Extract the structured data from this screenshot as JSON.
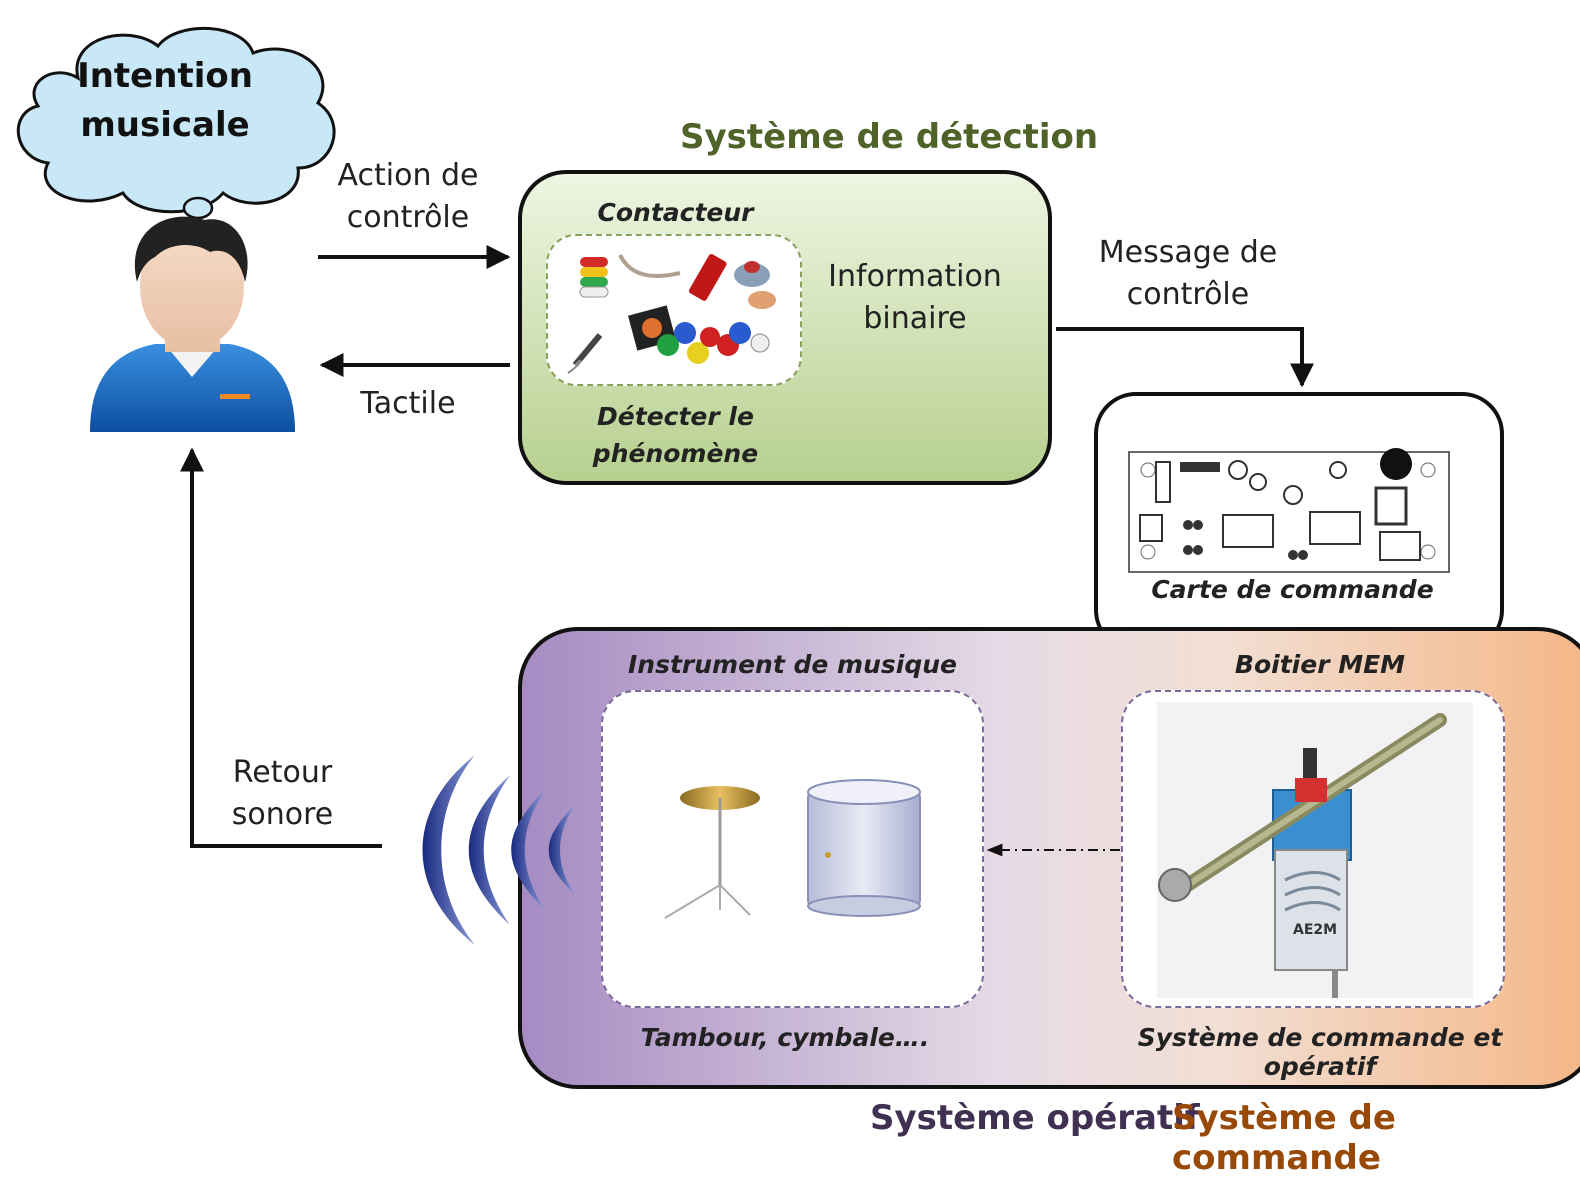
{
  "cloud": {
    "line1": "Intention",
    "line2": "musicale"
  },
  "labels": {
    "action_line1": "Action de",
    "action_line2": "contrôle",
    "tactile": "Tactile",
    "retour_line1": "Retour",
    "retour_line2": "sonore",
    "message_line1": "Message de",
    "message_line2": "contrôle",
    "info_line1": "Information",
    "info_line2": "binaire"
  },
  "detection": {
    "title": "Système de détection",
    "top_caption": "Contacteur",
    "bottom_caption_line1": "Détecter le",
    "bottom_caption_line2": "phénomène"
  },
  "carte": {
    "caption": "Carte de commande"
  },
  "operatif": {
    "instrument_title": "Instrument de musique",
    "instrument_caption": "Tambour, cymbale….",
    "boitier_title": "Boitier MEM",
    "boitier_caption": "Système de commande et opératif",
    "ae2m_text": "AE2M"
  },
  "footer": {
    "operatif": "Système opératif",
    "commande": "Système de commande"
  },
  "colors": {
    "detection_title": "#4f6228",
    "operatif_title": "#403152",
    "commande_title": "#984807"
  }
}
